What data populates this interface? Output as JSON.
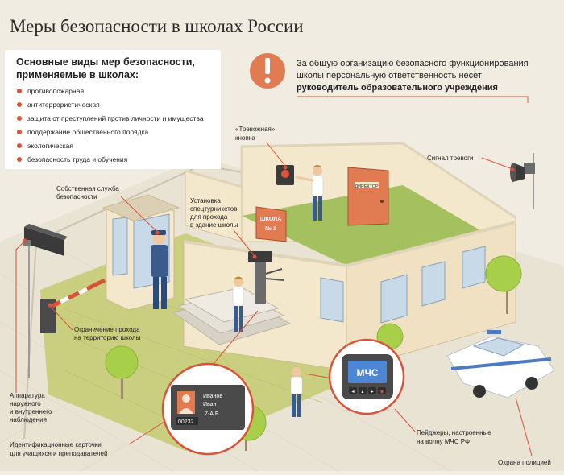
{
  "title": "Меры безопасности в школах России",
  "legend": {
    "heading_line1": "Основные виды мер безопасности,",
    "heading_line2": "применяемые в школах:",
    "items": [
      "противопожарная",
      "антитеррористическая",
      "защита от преступлений против личности и имущества",
      "поддержание общественного порядка",
      "экологическая",
      "безопасность труда и обучения"
    ]
  },
  "notice": {
    "icon": "exclamation-icon",
    "line1": "За общую организацию безопасного функционирования",
    "line2": "школы персональную ответственность несет",
    "line3_bold": "руководитель образовательного учреждения"
  },
  "callouts": {
    "alarm_button_1": "«Тревожная»",
    "alarm_button_2": "кнопка",
    "alarm_signal": "Сигнал тревоги",
    "own_security_1": "Собственная служба",
    "own_security_2": "безопасности",
    "turnstiles_1": "Установка",
    "turnstiles_2": "спецтурникетов",
    "turnstiles_3": "для прохода",
    "turnstiles_4": "в здание школы",
    "barrier_1": "Ограничение прохода",
    "barrier_2": "на территорию школы",
    "cctv_1": "Аппаратура",
    "cctv_2": "наружного",
    "cctv_3": "и внутреннего",
    "cctv_4": "наблюдения",
    "id_cards_1": "Идентификационные карточки",
    "id_cards_2": "для учащихся и преподавателей",
    "pagers_1": "Пейджеры, настроенные",
    "pagers_2": "на волну МЧС РФ",
    "police": "Охрана полицией"
  },
  "signs": {
    "school_1": "ШКОЛА",
    "school_2": "№ 1",
    "director": "ДИРЕКТОР"
  },
  "id_card": {
    "name_1": "Иванов",
    "name_2": "Иван",
    "grade": "7-А Б",
    "number": "00232"
  },
  "pager": {
    "screen_text": "МЧС",
    "buttons": [
      "◂",
      "▴",
      "▸",
      "◉"
    ]
  },
  "colors": {
    "accent": "#d9533b",
    "background": "#f1ece1",
    "wall": "#f4e8cc",
    "roof_edge": "#e0d4b8",
    "grass": "#c9cf7e",
    "uniform": "#3b5b8c",
    "tree": "#a8cf4a"
  }
}
